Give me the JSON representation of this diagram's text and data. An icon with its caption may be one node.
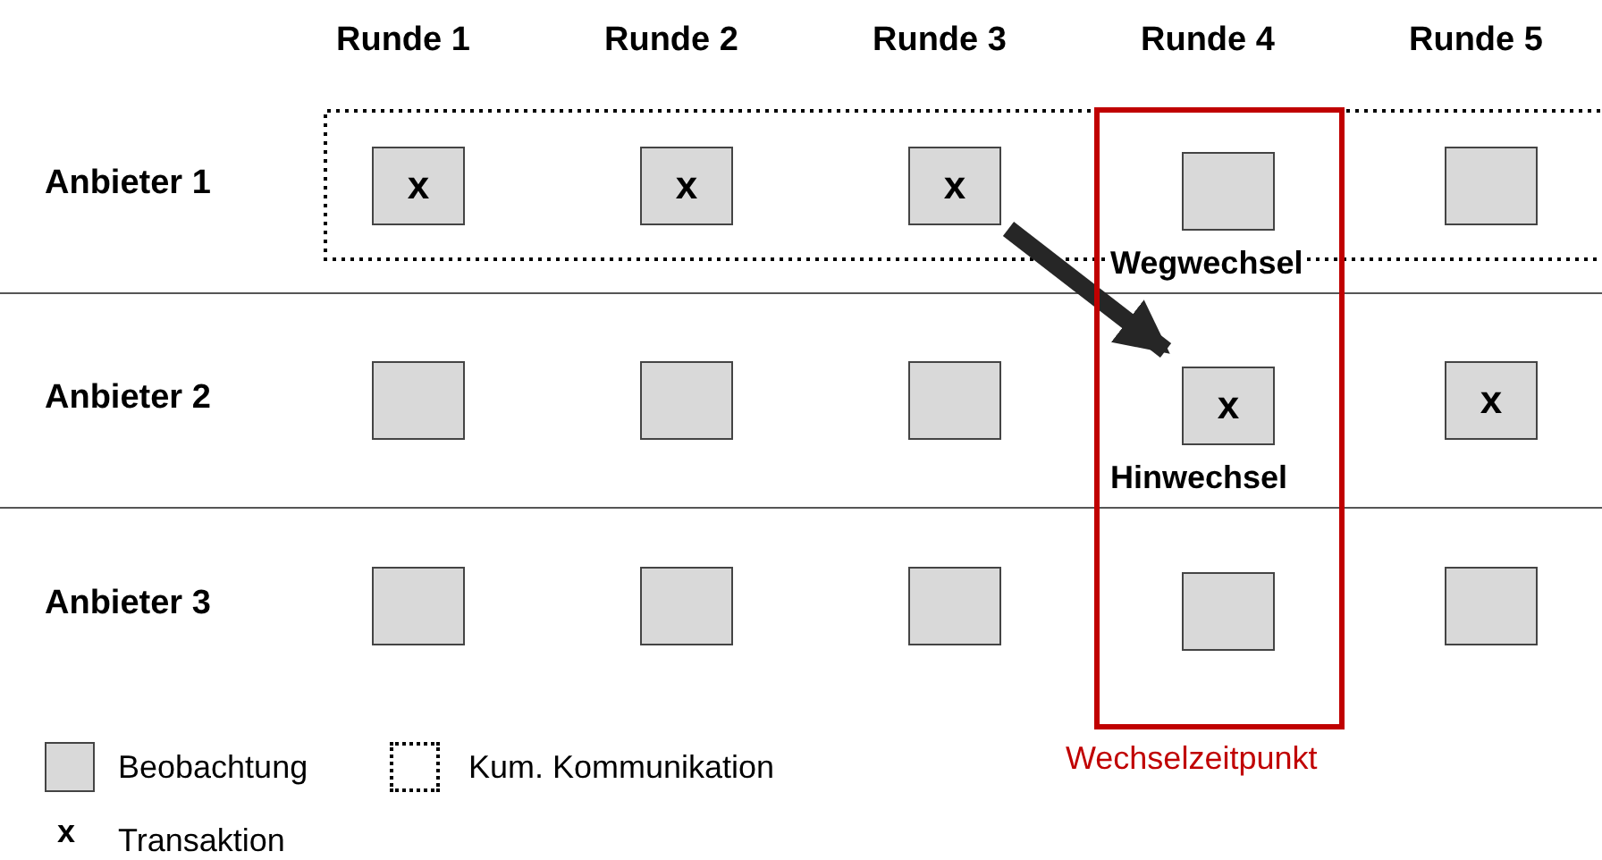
{
  "diagram": {
    "nodes": [
      {
        "text": [
          "Wechselzeitpunkt"
        ]
      },
      {
        "text": [
          "x"
        ]
      },
      {
        "text": [
          "x"
        ]
      },
      {
        "text": [
          "x"
        ]
      },
      {
        "text": [],
        "shape": "box",
        "in": 0,
        "beside": [
          "Wegwechsel"
        ]
      },
      {
        "text": [],
        "shape": "box"
      },
      {
        "text": [],
        "shape": "box"
      },
      {
        "text": [],
        "shape": "box"
      },
      {
        "text": [],
        "shape": "box"
      },
      {
        "text": [
          "x"
        ],
        "in": 0,
        "beside": [
          "Hinwechsel"
        ]
      },
      {
        "text": [
          "x"
        ]
      },
      {
        "text": [],
        "shape": "box"
      },
      {
        "text": [],
        "shape": "box"
      },
      {
        "text": [],
        "shape": "box"
      },
      {
        "text": [],
        "shape": "box",
        "in": 0
      },
      {
        "text": [],
        "shape": "box"
      }
    ],
    "edges": [
      {
        "from": 3,
        "to": 9,
        "arrow": "to"
      }
    ],
    "labels": [
      "Runde 1",
      "Runde 2",
      "Runde 3",
      "Runde 4",
      "Runde 5",
      "Anbieter 1",
      "Anbieter 2",
      "Anbieter 3",
      "x"
    ],
    "legend": [
      {
        "text": "Beobachtung",
        "color": "#d9d9d9"
      },
      {
        "text": "Kum. Kommunikation"
      },
      {
        "text": "Transaktion"
      }
    ]
  }
}
